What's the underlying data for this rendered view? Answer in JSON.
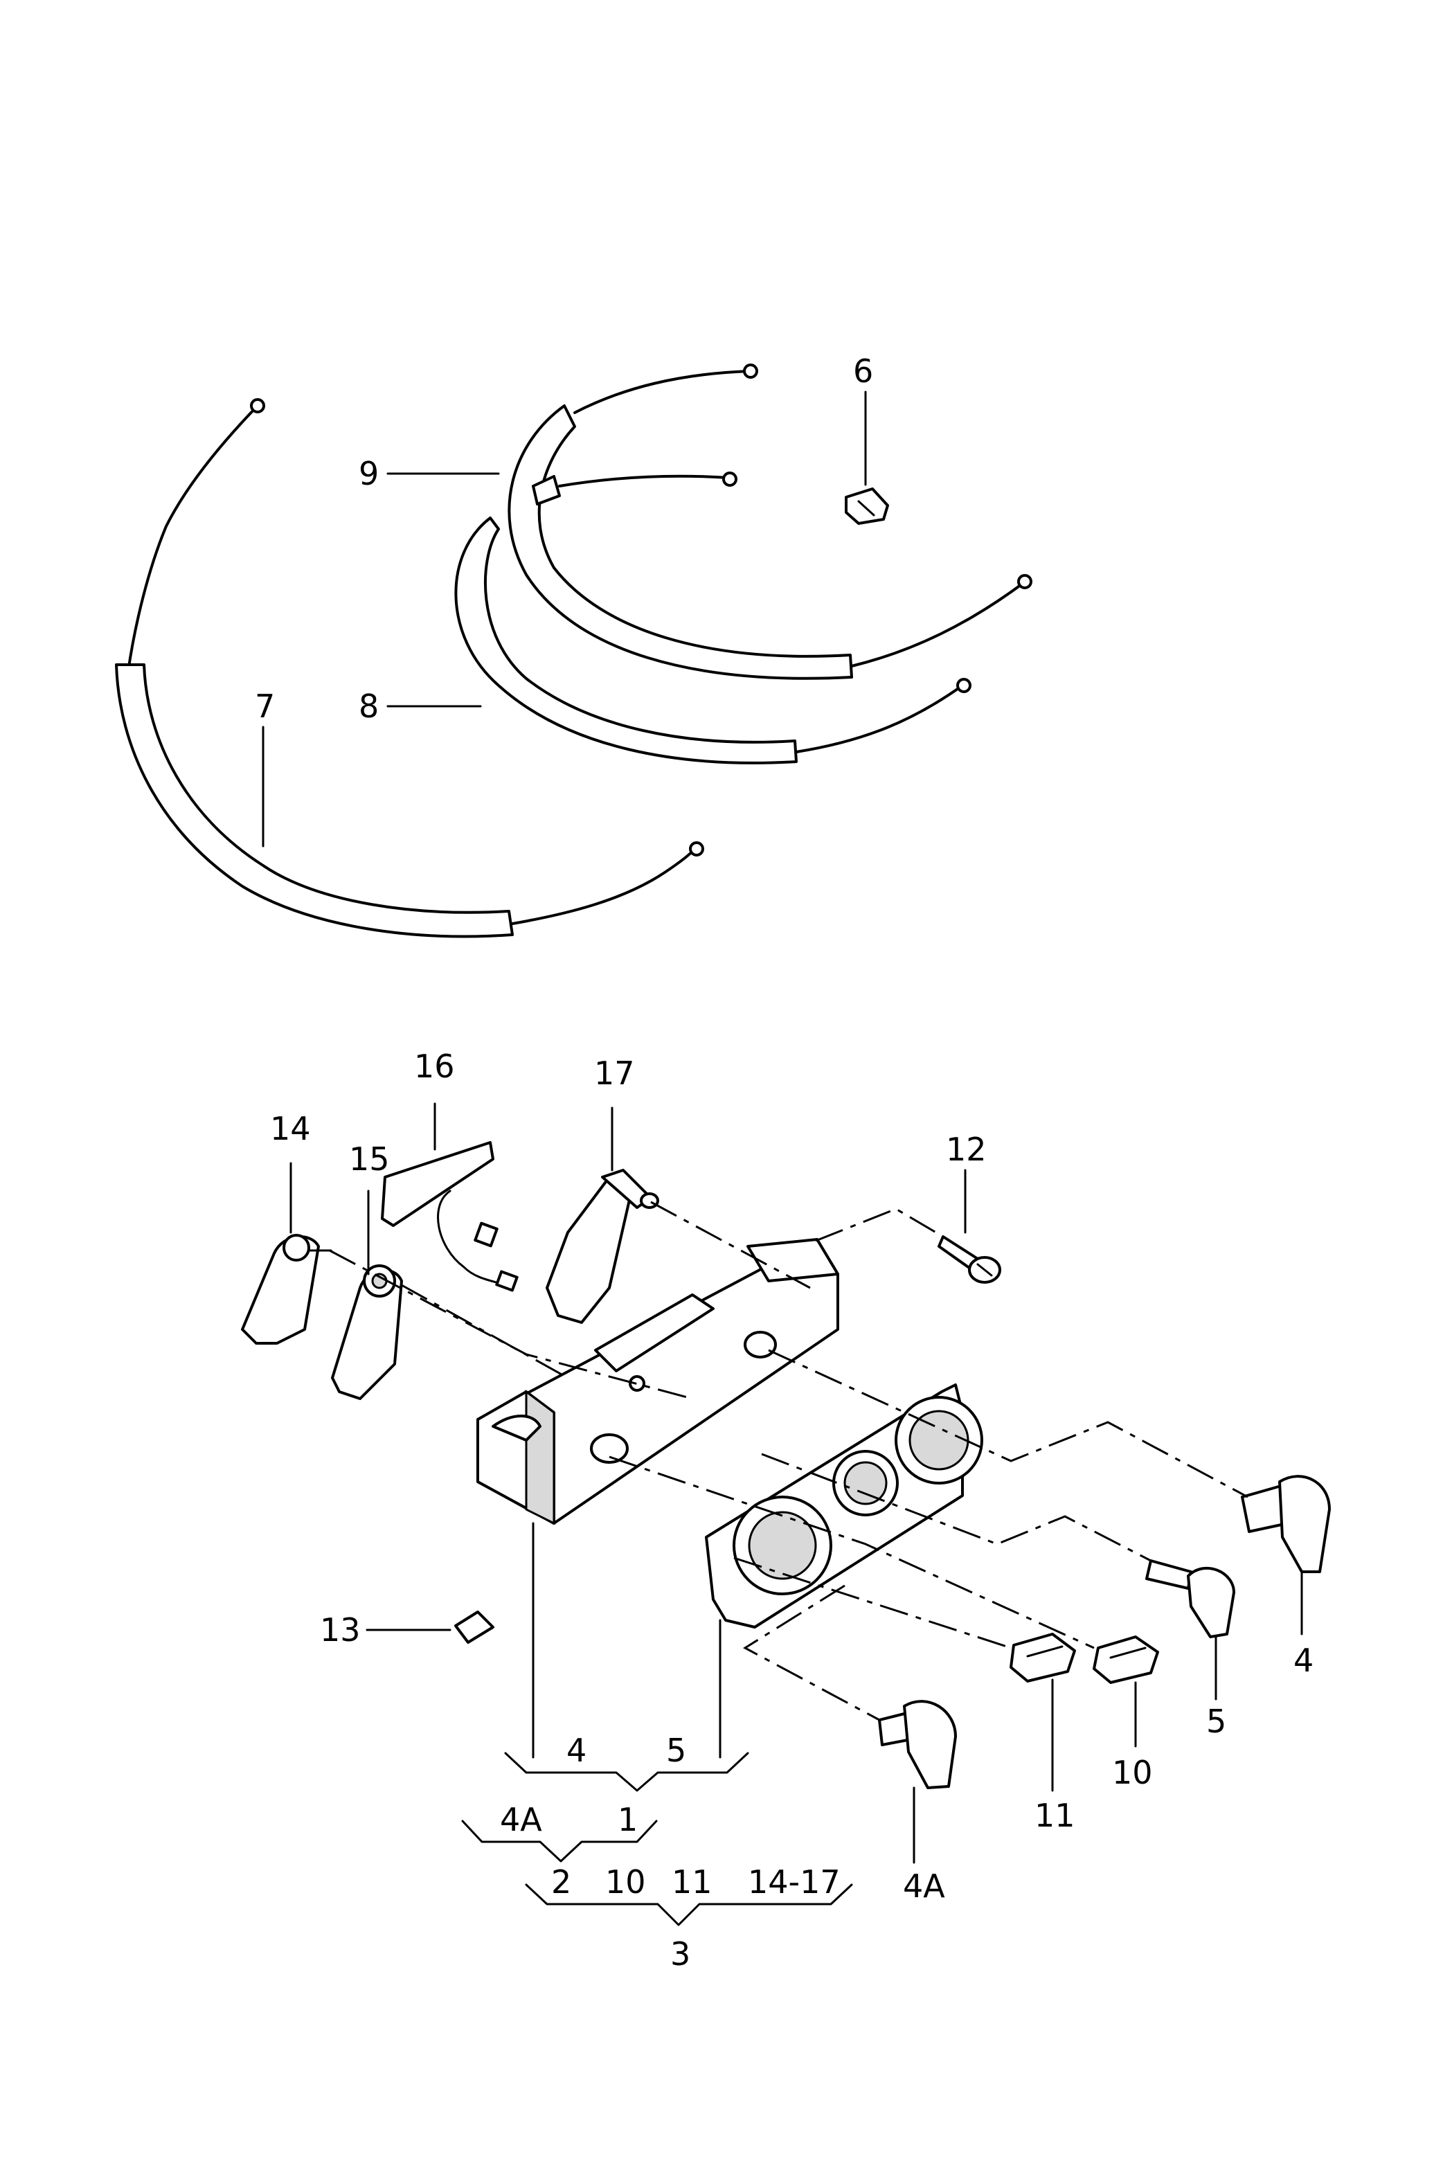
{
  "callouts": {
    "c6": "6",
    "c9": "9",
    "c7": "7",
    "c8": "8",
    "c16": "16",
    "c17": "17",
    "c14": "14",
    "c15": "15",
    "c12": "12",
    "c13": "13",
    "c4_knob": "4",
    "c5_knob": "5",
    "c4A_knob": "4A",
    "c10": "10",
    "c11": "11"
  },
  "assembly_groups": {
    "group1_items": [
      "4",
      "5"
    ],
    "group1_result": "1",
    "group2_items": [
      "4A",
      "1"
    ],
    "group2_result": "2",
    "group3_items": [
      "2",
      "10",
      "11",
      "14-17"
    ],
    "group3_result": "3"
  }
}
